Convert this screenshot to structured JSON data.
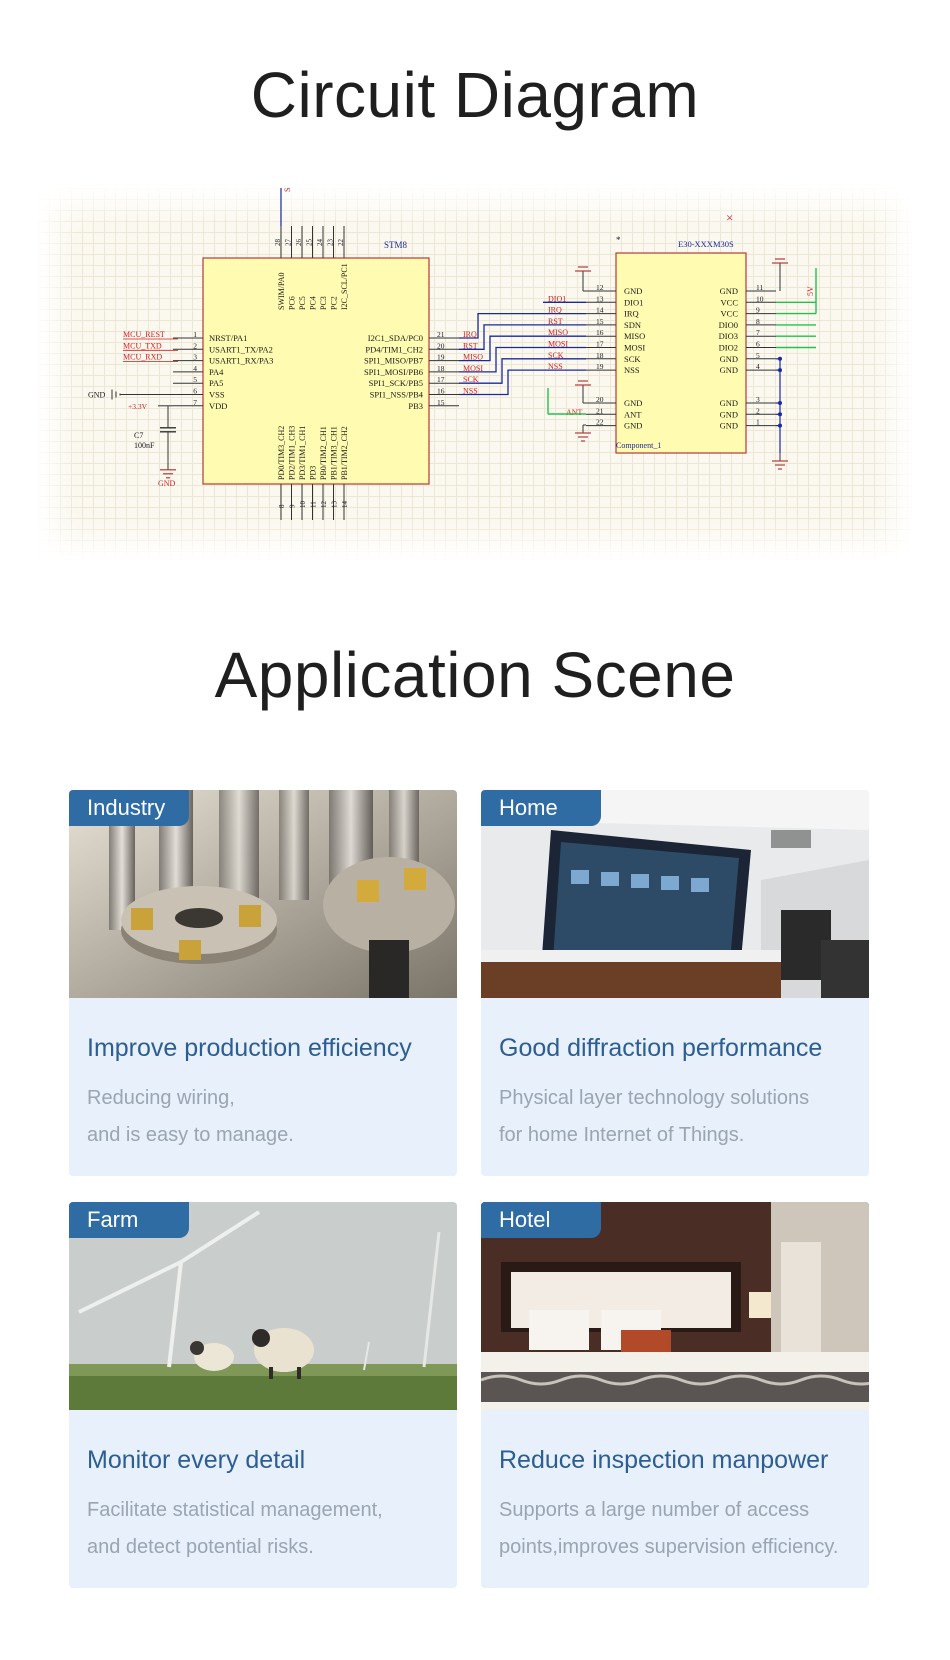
{
  "titles": {
    "circuit": "Circuit Diagram",
    "application": "Application Scene"
  },
  "diagram": {
    "mcu": {
      "name": "STM8",
      "left_pins": [
        "NRST/PA1",
        "USART1_TX/PA2",
        "USART1_RX/PA3",
        "PA4",
        "PA5",
        "VSS",
        "VDD"
      ],
      "left_nums": [
        "1",
        "2",
        "3",
        "4",
        "5",
        "6",
        "7"
      ],
      "right_pins": [
        "I2C1_SDA/PC0",
        "PD4/TIM1_CH2",
        "SPI1_MISO/PB7",
        "SPI1_MOSI/PB6",
        "SPI1_SCK/PB5",
        "SPI1_NSS/PB4",
        "PB3"
      ],
      "right_nums": [
        "21",
        "20",
        "19",
        "18",
        "17",
        "16",
        "15"
      ],
      "top_pins": [
        "SWIM/PA0",
        "PC6",
        "PC5",
        "PC4",
        "PC3",
        "PC2",
        "I2C_SCL/PC1"
      ],
      "top_nums": [
        "28",
        "27",
        "26",
        "25",
        "24",
        "23",
        "22"
      ],
      "bottom_pins": [
        "PD0/TIM3_CH2",
        "PD2/TIM1_CH3",
        "PD3/TIM1_CH1",
        "PD3",
        "PB0/TIM2_CH1",
        "PB1/TIM3_CH1",
        "PB1/TIM2_CH2"
      ],
      "bottom_nums": [
        "8",
        "9",
        "10",
        "11",
        "12",
        "13",
        "14"
      ],
      "swim": "SWIM",
      "nets_left": [
        "MCU_REST",
        "MCU_TXD",
        "MCU_RXD"
      ],
      "gnd": "GND",
      "vcc": "+3.3V",
      "cap": "C7",
      "cap_val": "100nF",
      "gnd_bottom": "GND",
      "nets_right": [
        "IRQ",
        "RST",
        "MISO",
        "MOSI",
        "SCK",
        "NSS"
      ]
    },
    "module": {
      "name": "E30-XXXM30S",
      "component": "Component_1",
      "dot": "*",
      "left_pins": [
        "GND",
        "DIO1",
        "IRQ",
        "SDN",
        "MISO",
        "MOSI",
        "SCK",
        "NSS"
      ],
      "left_nums": [
        "12",
        "13",
        "14",
        "15",
        "16",
        "17",
        "18",
        "19"
      ],
      "left_pins_low": [
        "GND",
        "ANT",
        "GND"
      ],
      "left_nums_low": [
        "20",
        "21",
        "22"
      ],
      "right_pins": [
        "GND",
        "VCC",
        "VCC",
        "DIO0",
        "DIO3",
        "DIO2",
        "GND",
        "GND"
      ],
      "right_nums": [
        "11",
        "10",
        "9",
        "8",
        "7",
        "6",
        "5",
        "4"
      ],
      "right_pins_low": [
        "GND",
        "GND",
        "GND"
      ],
      "right_nums_low": [
        "3",
        "2",
        "1"
      ],
      "nets_left": [
        "DIO1",
        "IRQ",
        "RST",
        "MISO",
        "MOSI",
        "SCK",
        "NSS"
      ],
      "ant": "ANT",
      "v5": "5V"
    }
  },
  "cards": [
    {
      "tag": "Industry",
      "title": "Improve production efficiency",
      "lines": [
        "Reducing wiring,",
        "and is easy to manage."
      ]
    },
    {
      "tag": "Home",
      "title": "Good diffraction performance",
      "lines": [
        "Physical layer technology solutions",
        "for home Internet of Things."
      ]
    },
    {
      "tag": "Farm",
      "title": "Monitor every detail",
      "lines": [
        "Facilitate statistical management,",
        "and detect potential risks."
      ]
    },
    {
      "tag": "Hotel",
      "title": "Reduce inspection manpower",
      "lines": [
        "Supports a large number of access",
        "points,improves supervision efficiency."
      ]
    }
  ],
  "colors": {
    "accent": "#2f6ca3",
    "card_bg": "#e7f0fb",
    "title_blue": "#2c5e92",
    "desc_gray": "#9aa5b2",
    "chip_fill": "#fffbb0",
    "chip_stroke": "#b33a3a",
    "wire_blue": "#1a2a9c",
    "wire_green": "#22c24a",
    "net_red": "#d21e1e"
  }
}
